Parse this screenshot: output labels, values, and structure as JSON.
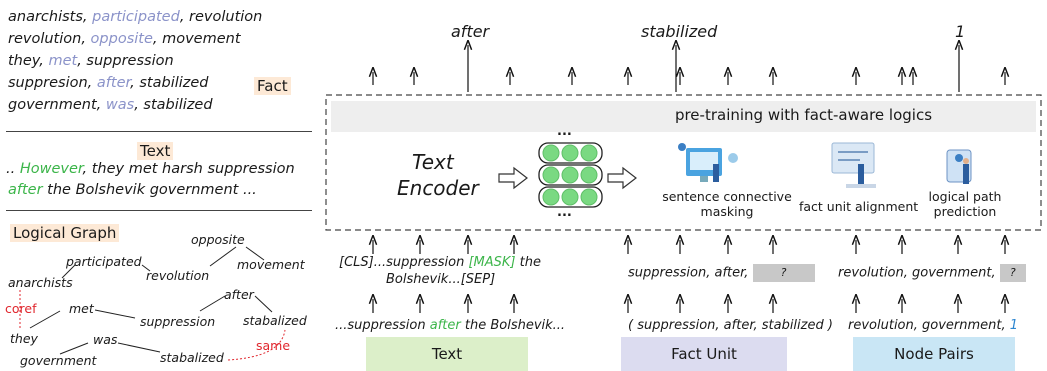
{
  "left_panel": {
    "fact_lines": [
      [
        {
          "t": "anarchists, "
        },
        {
          "t": "participated",
          "hl": true
        },
        {
          "t": ", revolution"
        }
      ],
      [
        {
          "t": "revolution, "
        },
        {
          "t": "opposite",
          "hl": true
        },
        {
          "t": ", movement"
        }
      ],
      [
        {
          "t": "they, "
        },
        {
          "t": "met",
          "hl": true
        },
        {
          "t": ", suppression"
        }
      ],
      [
        {
          "t": "suppresion, "
        },
        {
          "t": "after",
          "hl": true
        },
        {
          "t": ", stabilized"
        }
      ],
      [
        {
          "t": "government, "
        },
        {
          "t": "was",
          "hl": true
        },
        {
          "t": ", stabilized"
        }
      ]
    ],
    "fact_tag": "Fact",
    "text_title": "Text",
    "text_line1_prefix": ".. ",
    "text_line1_green": "However",
    "text_line1_rest": ", they met harsh suppression",
    "text_line2_green": "after",
    "text_line2_rest": " the Bolshevik government ...",
    "graph_title": "Logical Graph",
    "graph_words": {
      "opposite": "opposite",
      "participated": "participated",
      "movement": "movement",
      "anarchists": "anarchists",
      "revolution": "revolution",
      "coref": "coref",
      "met": "met",
      "after": "after",
      "suppression": "suppression",
      "stabalized1": "stabalized",
      "they": "they",
      "was": "was",
      "same": "same",
      "government": "government",
      "stabalized2": "stabalized"
    }
  },
  "top_outputs": [
    "after",
    "stabilized",
    "1"
  ],
  "pretrain_label": "pre-training with fact-aware logics",
  "encoder_label_line1": "Text",
  "encoder_label_line2": "Encoder",
  "dots": "...",
  "tasks": {
    "t1_line1": "sentence connective",
    "t1_line2": "masking",
    "t2": "fact unit alignment",
    "t3_line1": "logical path",
    "t3_line2": "prediction"
  },
  "text_col": {
    "mask_line1_a": "[CLS]...suppression ",
    "mask_line1_mask": "[MASK]",
    "mask_line1_b": " the",
    "mask_line2": "Bolshevik...[SEP]",
    "input_a": "...suppression ",
    "input_green": "after",
    "input_b": " the Bolshevik...",
    "label": "Text"
  },
  "fact_col": {
    "masked": "suppression, after, ",
    "q": "?",
    "input": "( suppression, after, stabilized )",
    "label": "Fact Unit"
  },
  "node_col": {
    "masked": "revolution, government, ",
    "q": "?",
    "input_a": "revolution, government, ",
    "input_blue": "1",
    "label": "Node Pairs"
  },
  "colors": {
    "fact_tag_bg": "#fde9d6",
    "highlight": "#8b93c9",
    "green": "#3cb54a",
    "blue": "#2d86d0",
    "red": "#e0262d",
    "text_label_bg": "#dcefc9",
    "fact_label_bg": "#dcdcf0",
    "node_label_bg": "#c9e6f5",
    "pretrain_band": "#eeeeee",
    "circle_fill": "#7ad982"
  }
}
